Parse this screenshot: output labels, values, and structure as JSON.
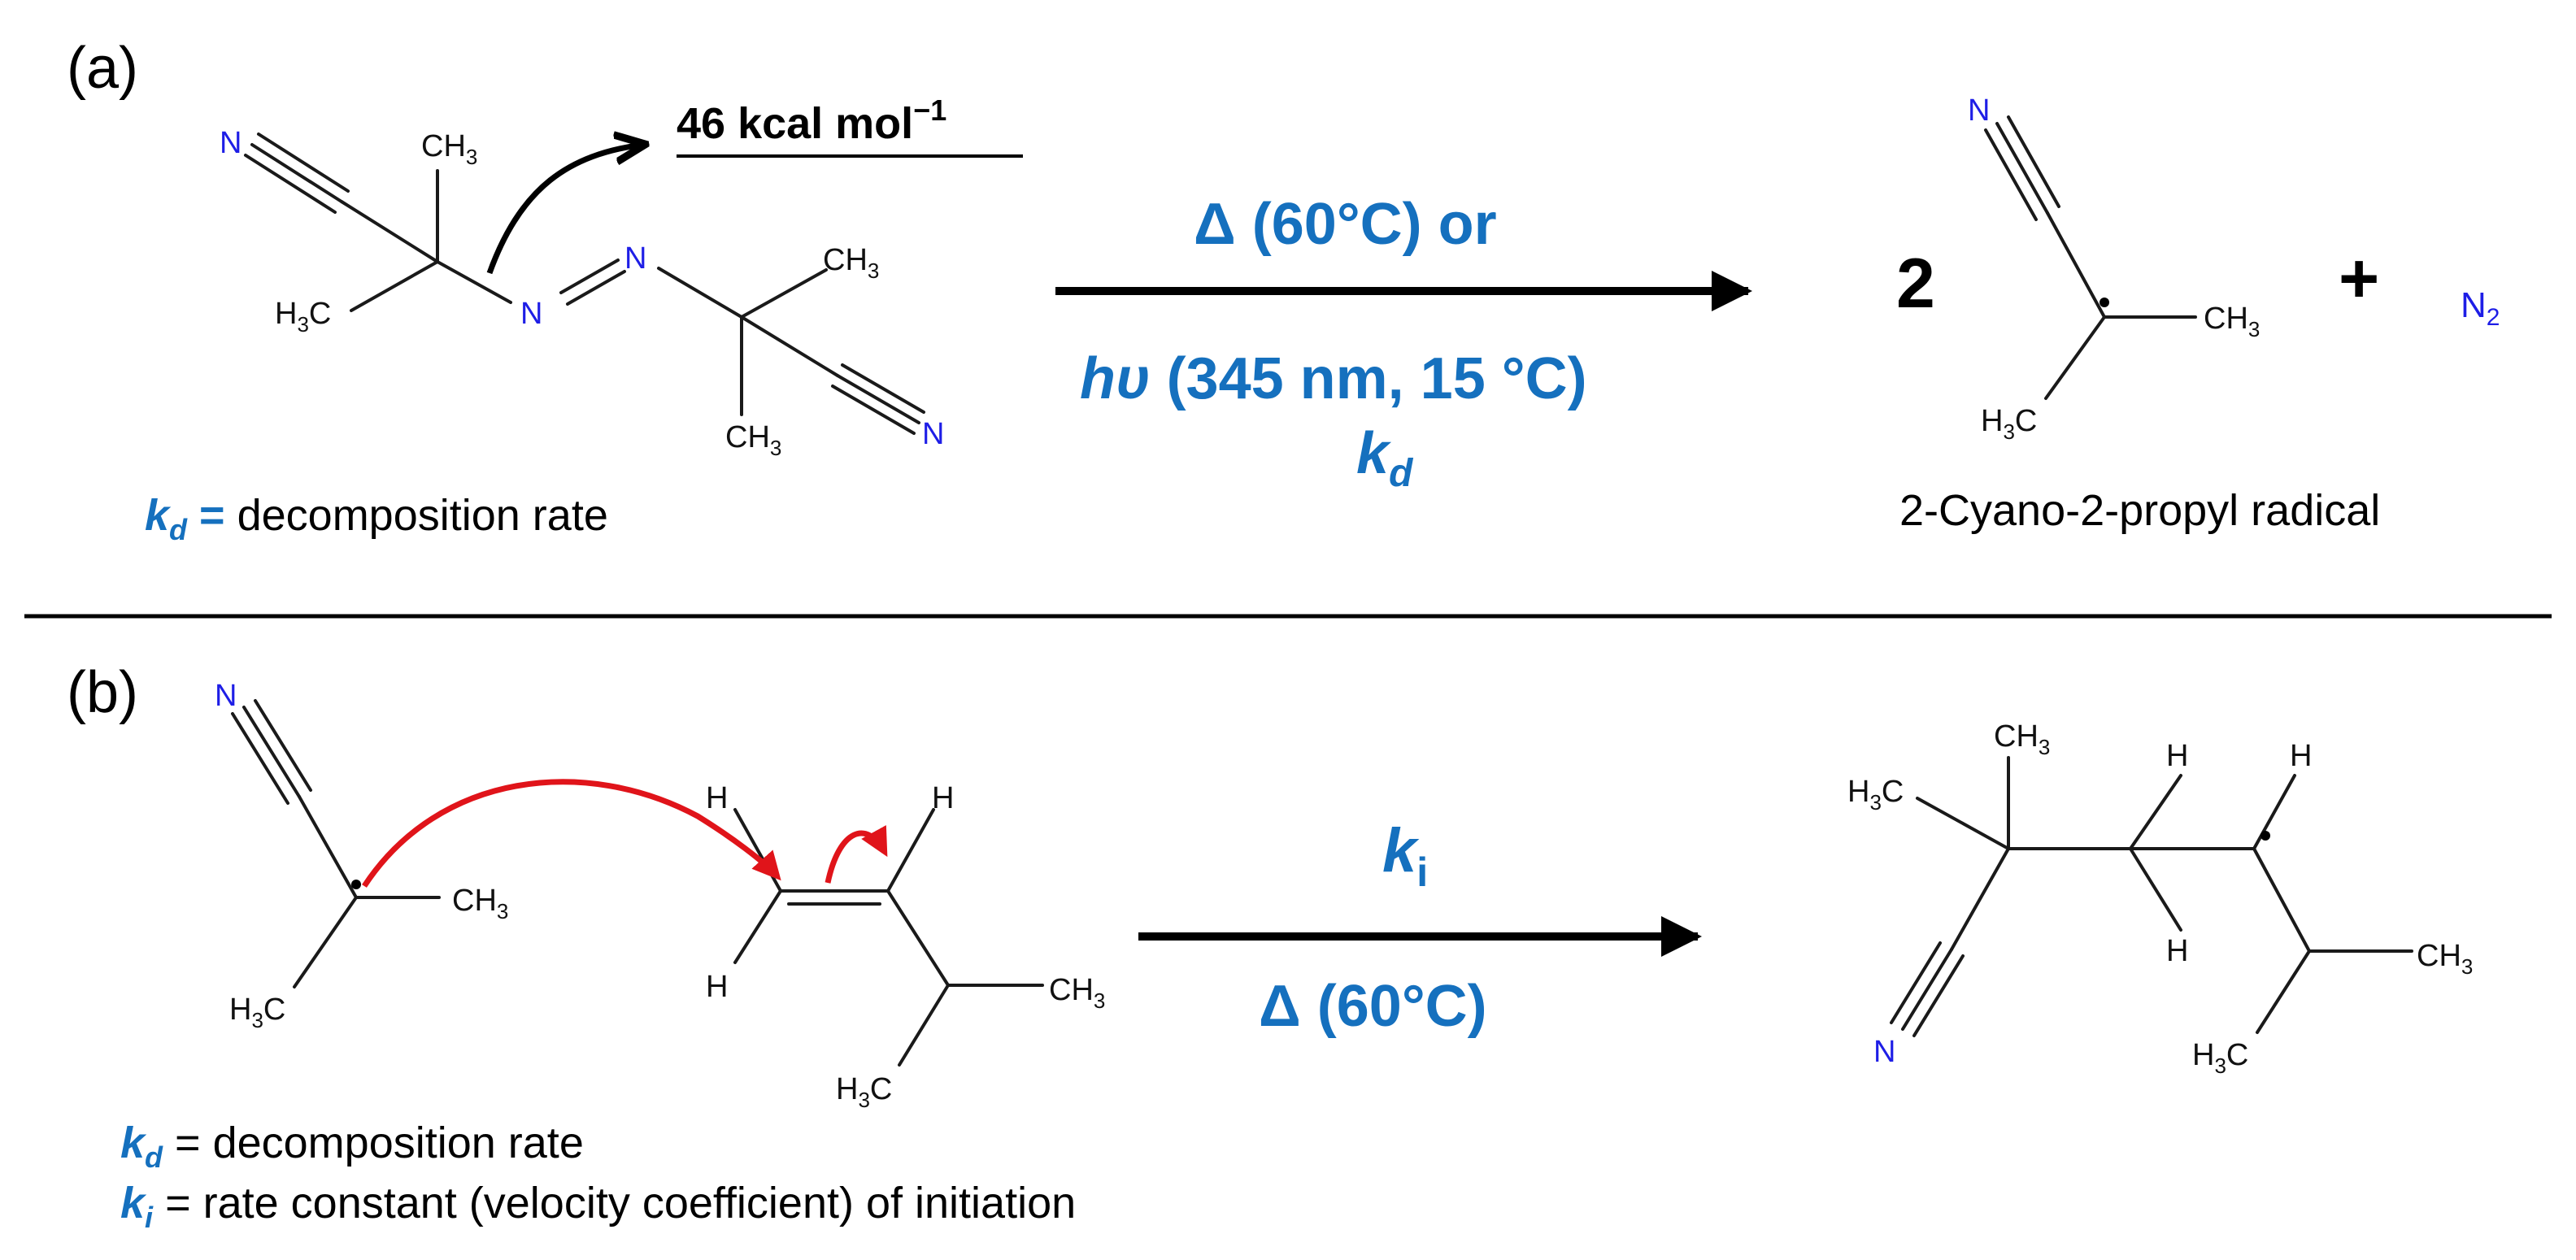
{
  "colors": {
    "accent_blue": "#1570BE",
    "atom_blue": "#1E1EE6",
    "red_arrow": "#E0141A",
    "black": "#000000"
  },
  "panel_a": {
    "label": "(a)",
    "energy": "46 kcal mol",
    "energy_sup": "−1",
    "condition_1": "Δ (60°C) or",
    "condition_2_italic": "hυ",
    "condition_2_rest": " (345 nm, 15 °C)",
    "rate_k": "k",
    "rate_sub": "d",
    "coefficient": "2",
    "plus": "+",
    "n2_main": "N",
    "n2_sub": "2",
    "product_name": "2-Cyano-2-propyl radical",
    "legend_k": "k",
    "legend_sub": "d",
    "legend_eq": " = ",
    "legend_text": "decomposition rate"
  },
  "panel_b": {
    "label": "(b)",
    "rate_k": "k",
    "rate_sub": "i",
    "condition": "Δ (60°C)",
    "legend_1_k": "k",
    "legend_1_sub": "d",
    "legend_1_text": " = decomposition rate",
    "legend_2_k": "k",
    "legend_2_sub": "i",
    "legend_2_text": " = rate constant (velocity coefficient) of initiation"
  },
  "atoms": {
    "N": "N",
    "H": "H",
    "CH": "CH",
    "H3C_H": "H",
    "C": "C",
    "three": "3"
  }
}
